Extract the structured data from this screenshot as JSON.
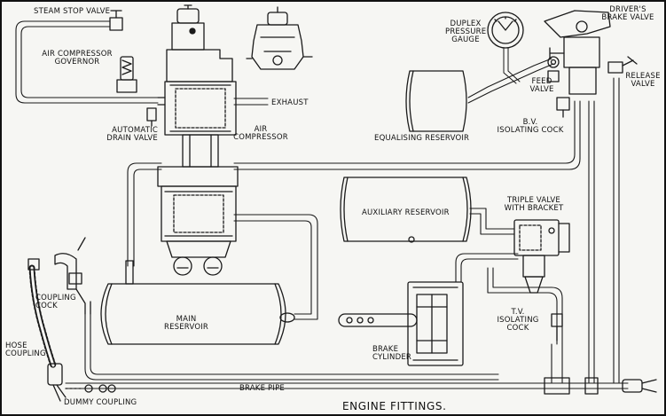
{
  "title": "ENGINE FITTINGS.",
  "labels": {
    "steam_stop_valve": "STEAM STOP VALVE",
    "air_compressor_governor_1": "AIR COMPRESSOR",
    "air_compressor_governor_2": "GOVERNOR",
    "automatic_drain_valve_1": "AUTOMATIC",
    "automatic_drain_valve_2": "DRAIN VALVE",
    "exhaust": "EXHAUST",
    "air_compressor_1": "AIR",
    "air_compressor_2": "COMPRESSOR",
    "duplex_gauge_1": "DUPLEX",
    "duplex_gauge_2": "PRESSURE",
    "duplex_gauge_3": "GAUGE",
    "drivers_brake_valve_1": "DRIVER'S",
    "drivers_brake_valve_2": "BRAKE VALVE",
    "release_valve_1": "RELEASE",
    "release_valve_2": "VALVE",
    "feed_valve_1": "FEED",
    "feed_valve_2": "VALVE",
    "bv_isolating_cock_1": "B.V.",
    "bv_isolating_cock_2": "ISOLATING COCK",
    "equalising_reservoir": "EQUALISING RESERVOIR",
    "auxiliary_reservoir": "AUXILIARY RESERVOIR",
    "triple_valve_1": "TRIPLE VALVE",
    "triple_valve_2": "WITH BRACKET",
    "tv_isolating_cock_1": "T.V.",
    "tv_isolating_cock_2": "ISOLATING",
    "tv_isolating_cock_3": "COCK",
    "main_reservoir_1": "MAIN",
    "main_reservoir_2": "RESERVOIR",
    "coupling_cock_1": "COUPLING",
    "coupling_cock_2": "COCK",
    "hose_coupling_1": "HOSE",
    "hose_coupling_2": "COUPLING",
    "brake_cylinder_1": "BRAKE",
    "brake_cylinder_2": "CYLINDER",
    "brake_pipe": "BRAKE PIPE",
    "dummy_coupling": "DUMMY COUPLING"
  }
}
